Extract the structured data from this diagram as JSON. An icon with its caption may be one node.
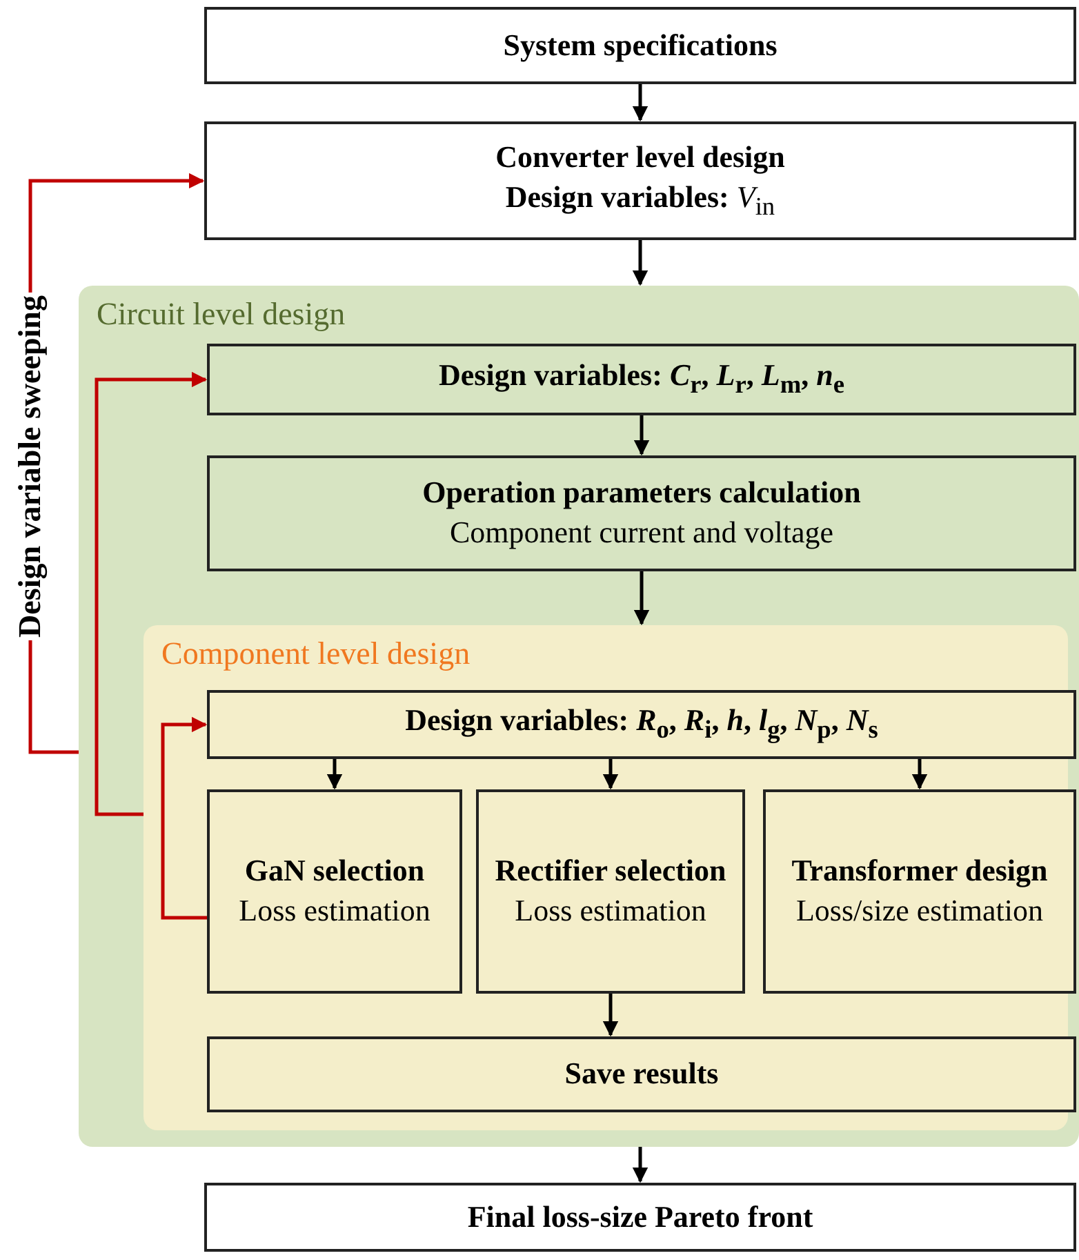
{
  "diagram": {
    "nodes": [
      {
        "text": [
          "System specifications"
        ]
      },
      {
        "text": [
          "Converter level design",
          "**Design variables:** *V*$_{in}$"
        ]
      },
      {
        "text": [
          "Circuit level design"
        ]
      },
      {
        "text": [
          "**Design variables:** *C*$_{r}$, *L*$_{r}$, *L*$_{m}$, *n*$_{e}$"
        ],
        "in": 2
      },
      {
        "text": [
          "Operation parameters calculation",
          "Component current and voltage"
        ],
        "in": 2
      },
      {
        "text": [
          "Component level design"
        ],
        "in": 2
      },
      {
        "text": [
          "**Design variables:** *R*$_{o}$, *R*$_{i}$, *h*, *l*$_{g}$, *N*$_{p}$, *N*$_{s}$"
        ],
        "in": 5
      },
      {
        "text": [
          "GaN selection",
          "Loss estimation"
        ],
        "in": 5
      },
      {
        "text": [
          "Rectifier selection",
          "Loss estimation"
        ],
        "in": 5
      },
      {
        "text": [
          "Transformer design",
          "Loss/size estimation"
        ],
        "in": 5
      },
      {
        "text": [
          "Save results"
        ],
        "in": 5
      },
      {
        "text": [
          "Final loss-size Pareto front"
        ]
      }
    ],
    "edges": [
      {
        "from": 0,
        "to": 1,
        "arrow": "to"
      },
      {
        "from": 1,
        "to": 2,
        "arrow": "to"
      },
      {
        "from": 3,
        "to": 4,
        "arrow": "to"
      },
      {
        "from": 4,
        "to": 5,
        "arrow": "to"
      },
      {
        "from": 6,
        "to": 7,
        "arrow": "to"
      },
      {
        "from": 6,
        "to": 8,
        "arrow": "to"
      },
      {
        "from": 6,
        "to": 9,
        "arrow": "to"
      },
      {
        "from": 8,
        "to": 10,
        "arrow": "to"
      },
      {
        "from": 2,
        "to": 11,
        "arrow": "to"
      },
      {
        "from": 2,
        "to": 1,
        "arrow": "to",
        "label": "Design variable sweeping",
        "color": "#c00000"
      },
      {
        "from": 5,
        "to": 3,
        "arrow": "to",
        "color": "#c00000"
      },
      {
        "from": 7,
        "to": 6,
        "arrow": "to",
        "color": "#c00000"
      }
    ]
  }
}
